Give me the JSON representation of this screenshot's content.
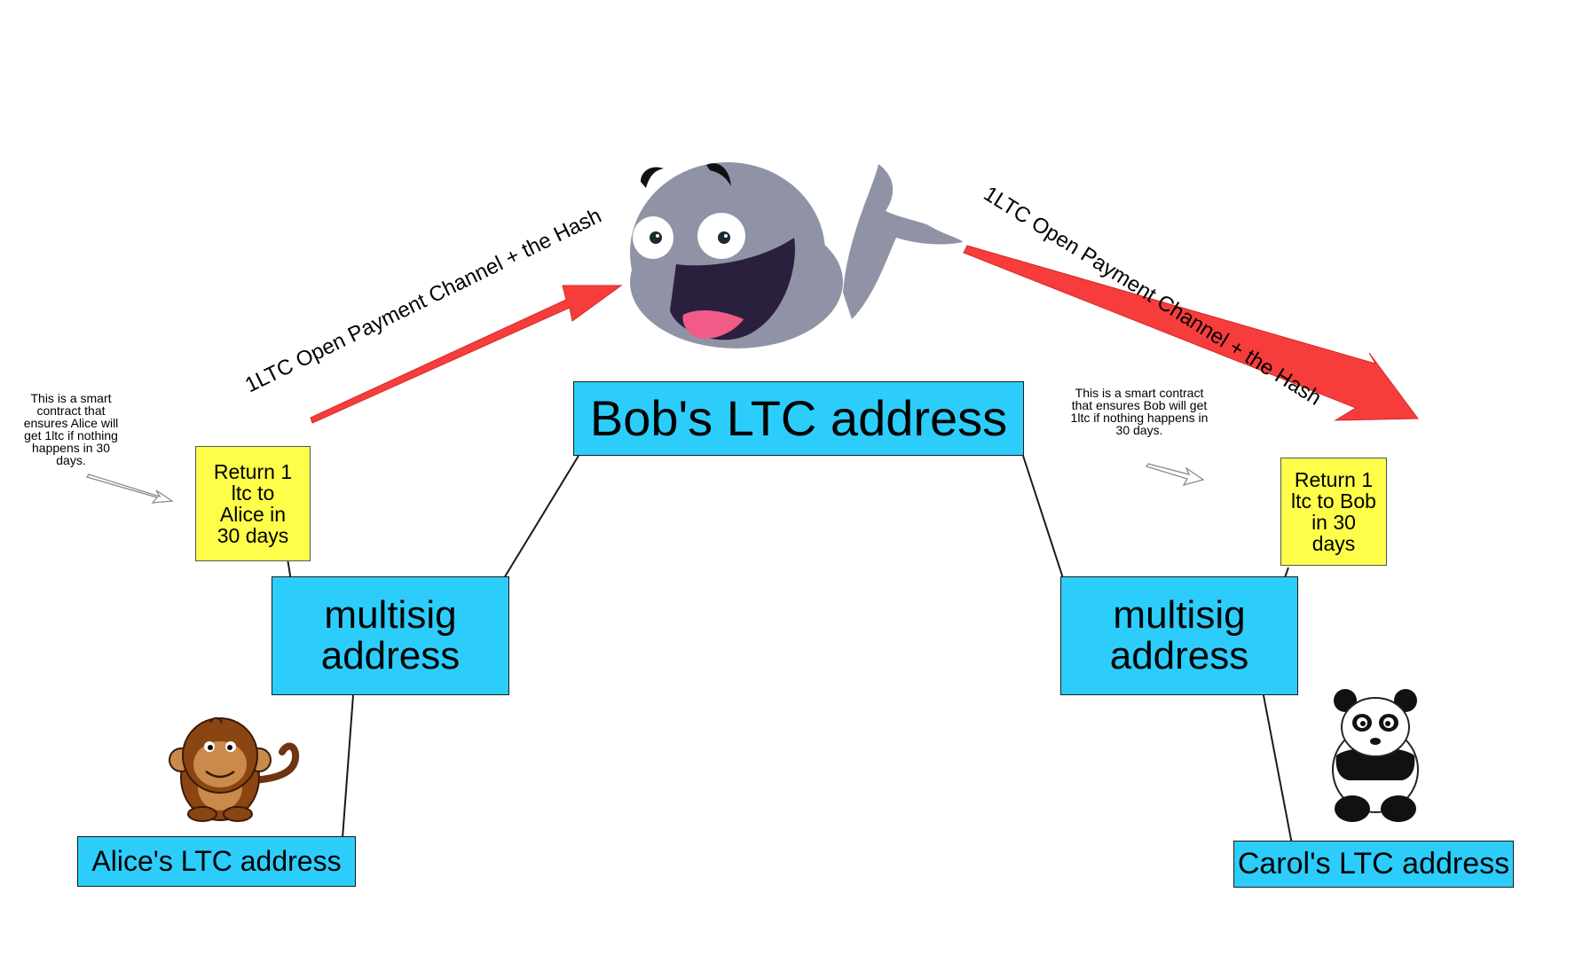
{
  "bob_address": "Bob's LTC address",
  "left": {
    "multisig": "multisig address",
    "contract": "Return 1 ltc to Alice in 30 days",
    "note": "This is a smart contract that ensures Alice will get 1ltc if nothing happens in 30 days.",
    "arrow_label": "1LTC Open Payment Channel + the Hash",
    "owner_address": "Alice's LTC address"
  },
  "right": {
    "multisig": "multisig address",
    "contract": "Return 1 ltc to Bob in 30 days",
    "note": "This is a smart contract that ensures Bob will get 1ltc if nothing happens in 30 days.",
    "arrow_label": "1LTC Open Payment Channel + the Hash",
    "owner_address": "Carol's LTC address"
  },
  "colors": {
    "box_blue": "#2ccdfb",
    "note_yellow": "#fdfd4a",
    "arrow_red": "#f73c3c",
    "whale": "#8f93a5"
  },
  "icons": {
    "center": "whale-icon",
    "left": "monkey-icon",
    "right": "panda-icon"
  }
}
